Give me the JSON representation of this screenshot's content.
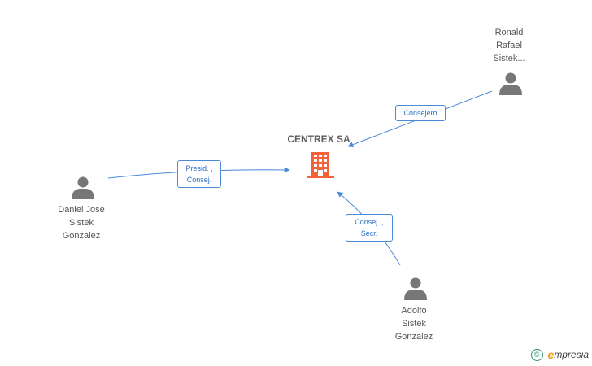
{
  "company": {
    "name": "CENTREX SA",
    "icon": "building-icon",
    "color": "#f4623a"
  },
  "people": [
    {
      "id": "ronald",
      "name": "Ronald\nRafael\nSistek...",
      "icon": "person-icon"
    },
    {
      "id": "daniel",
      "name": "Daniel Jose\nSistek\nGonzalez",
      "icon": "person-icon"
    },
    {
      "id": "adolfo",
      "name": "Adolfo\nSistek\nGonzalez",
      "icon": "person-icon"
    }
  ],
  "relations": [
    {
      "person": "ronald",
      "label": "Consejero"
    },
    {
      "person": "daniel",
      "label": "Presid. ,\nConsej."
    },
    {
      "person": "adolfo",
      "label": "Consej. ,\nSecr."
    }
  ],
  "footer": {
    "copyright_symbol": "©",
    "brand_first": "e",
    "brand_rest": "mpresia"
  },
  "colors": {
    "edge": "#4a8ad8",
    "person": "#777777",
    "text": "#555555",
    "brand": "#f39a1f"
  }
}
